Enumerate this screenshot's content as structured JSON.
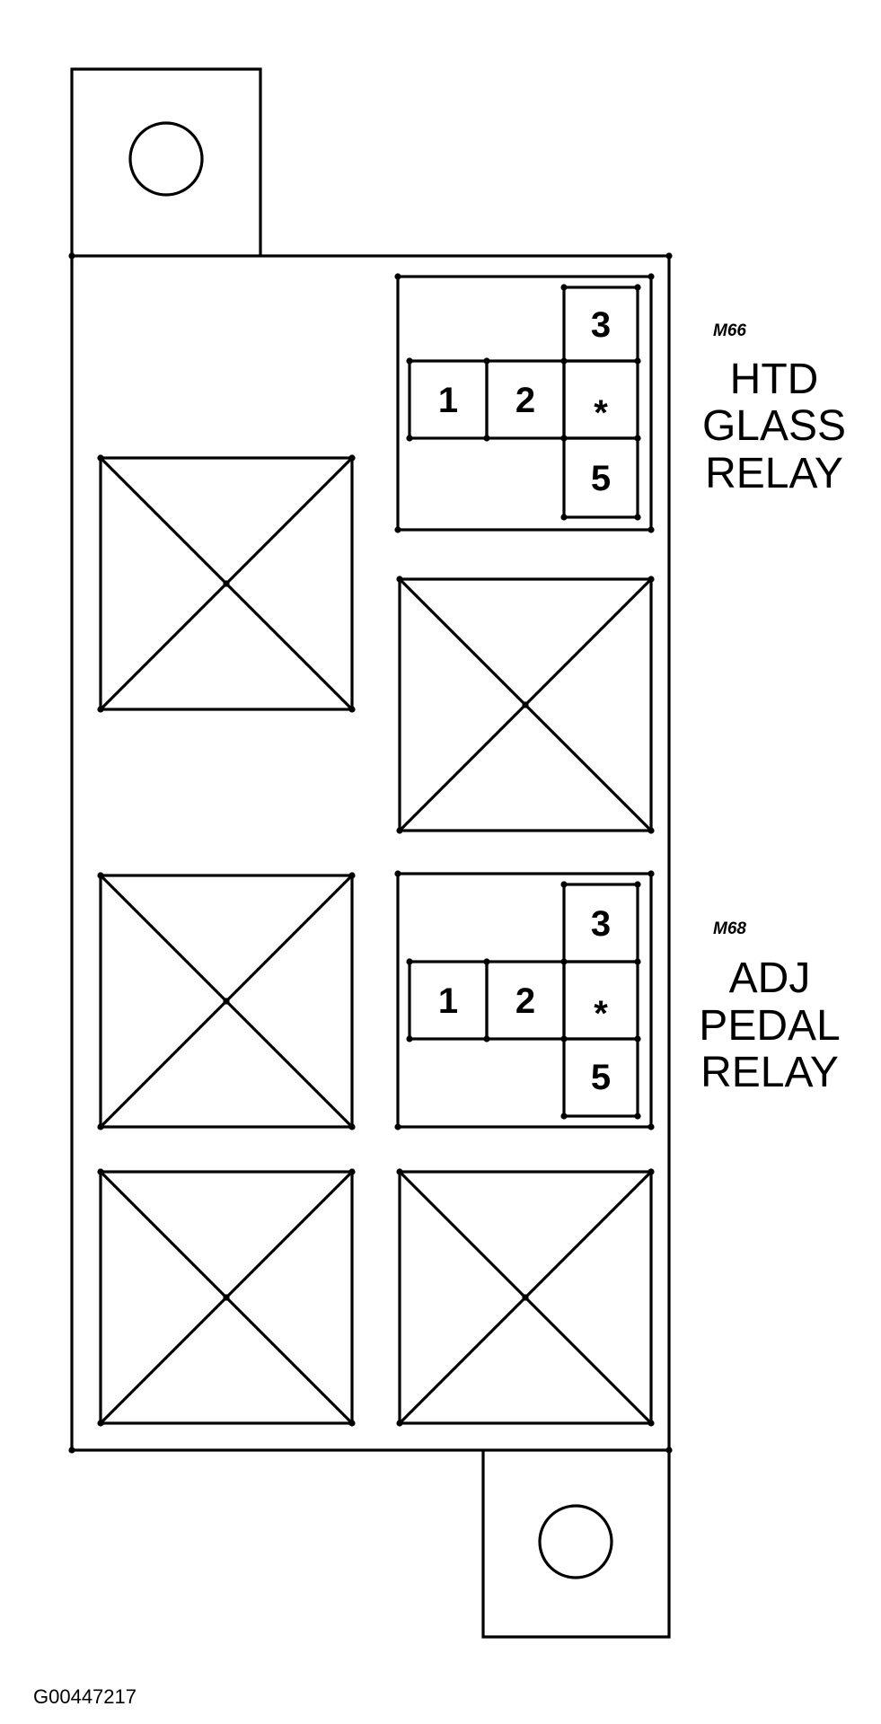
{
  "relays": [
    {
      "connector_id": "M66",
      "label_lines": [
        "HTD",
        "GLASS",
        "RELAY"
      ],
      "pins": {
        "top": "3",
        "left": "1",
        "middle": "2",
        "center": "*",
        "bottom": "5"
      }
    },
    {
      "connector_id": "M68",
      "label_lines": [
        "ADJ",
        "PEDAL",
        "RELAY"
      ],
      "pins": {
        "top": "3",
        "left": "1",
        "middle": "2",
        "center": "*",
        "bottom": "5"
      }
    }
  ],
  "figure_id": "G00447217"
}
